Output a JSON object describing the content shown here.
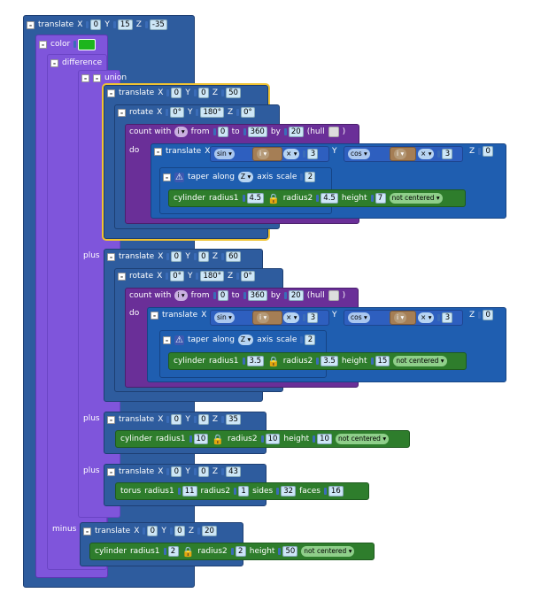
{
  "icons": {
    "collapse": "minus",
    "lock": "🔒",
    "warning": "⚠",
    "dropdown_arrow": "▾"
  },
  "colors": {
    "translate": "#2e5c9e",
    "color_block": "#7f55db",
    "loop": "#6a2f98",
    "shape": "#2e7d2c",
    "highlight": "#f0c332",
    "swatch": "#1db51d"
  },
  "w": {
    "translate": "translate",
    "X": "X",
    "Y": "Y",
    "Z": "Z",
    "color": "color",
    "difference": "difference",
    "union": "union",
    "rotate": "rotate",
    "countwith": "count with",
    "from": "from",
    "to": "to",
    "by": "by",
    "hull": "(hull",
    "do": "do",
    "sin": "sin",
    "cos": "cos",
    "i": "i",
    "times": "×",
    "taper": "taper",
    "along": "along",
    "axis": "axis",
    "scale": "scale",
    "cylinder": "cylinder",
    "radius1": "radius1",
    "radius2": "radius2",
    "height": "height",
    "notcentered": "not centered",
    "plus": "plus",
    "minus": "minus",
    "torus": "torus",
    "sides": "sides",
    "faces": "faces"
  },
  "top": {
    "x": "0",
    "y": "15",
    "z": "-35"
  },
  "b1": {
    "t": {
      "x": "0",
      "y": "0",
      "z": "50"
    },
    "r": {
      "x": "0°",
      "y": "180°",
      "z": "0°"
    },
    "loop": {
      "from": "0",
      "to": "360",
      "by": "20"
    },
    "tz": "0",
    "m1": "3",
    "m2": "3",
    "scale": "2",
    "cyl": {
      "r1": "4.5",
      "r2": "4.5",
      "h": "7"
    }
  },
  "b2": {
    "t": {
      "x": "0",
      "y": "0",
      "z": "60"
    },
    "r": {
      "x": "0°",
      "y": "180°",
      "z": "0°"
    },
    "loop": {
      "from": "0",
      "to": "360",
      "by": "20"
    },
    "tz": "0",
    "m1": "3",
    "m2": "3",
    "scale": "2",
    "cyl": {
      "r1": "3.5",
      "r2": "3.5",
      "h": "15"
    }
  },
  "b3": {
    "t": {
      "x": "0",
      "y": "0",
      "z": "35"
    },
    "cyl": {
      "r1": "10",
      "r2": "10",
      "h": "10"
    }
  },
  "b4": {
    "t": {
      "x": "0",
      "y": "0",
      "z": "43"
    },
    "torus": {
      "r1": "11",
      "r2": "1",
      "sides": "32",
      "faces": "16"
    }
  },
  "b5": {
    "t": {
      "x": "0",
      "y": "0",
      "z": "20"
    },
    "cyl": {
      "r1": "2",
      "r2": "2",
      "h": "50"
    }
  }
}
